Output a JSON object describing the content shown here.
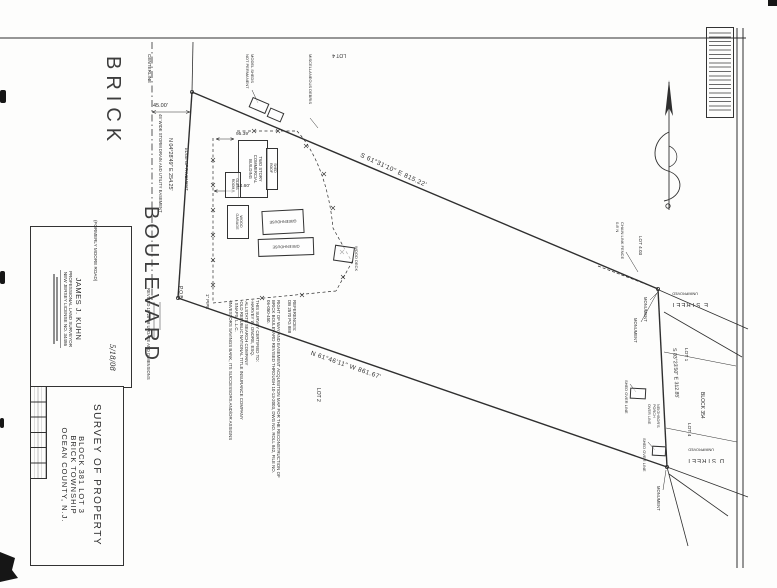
{
  "road": {
    "name_word1": "BRICK",
    "name_word2": "BOULEVARD",
    "formerly": "(FORMERLY MOORE ROAD)",
    "centerline": "CENTERLINE",
    "offset_dim": "45.00'",
    "bearing": "N 04°28'49\" E 254.25'",
    "easement": "45' WIDE STORM DRAIN AND UTILITY EASEMENT",
    "edge": "EDGE OF PAVEMENT",
    "pob": "P.O.B.",
    "pipe": "1\" PIPE"
  },
  "boundary": {
    "north_bearing": "S 61°31'10\" E 815.22'",
    "south_bearing": "N 61°46'11\" W 861.67'",
    "east_bearing": "S 03°23'50\" E 312.85'"
  },
  "dims": {
    "d1": "95.39'",
    "d2": "14.60'"
  },
  "buildings": {
    "commercial": [
      "TWO STORY",
      "COMMERCIAL",
      "BUILDING"
    ],
    "shed_roof": [
      "SHED",
      "ROOF"
    ],
    "glass": [
      "GLASS",
      "ROOM"
    ],
    "garage": [
      "WOOD",
      "GARAGE"
    ],
    "greenhouse": "GREENHOUSE",
    "deck": "WOOD DECK",
    "model_sheds": [
      "MODEL SHEDS",
      "NOT PERMANENT"
    ],
    "debris": "MISCELLANEOUS DEBRIS"
  },
  "notes": {
    "lines": [
      "REFERENCES:",
      "DB 2570 PG 888",
      "",
      "RIGHT OF WAY AND EASEMENT ACQUISITION MAP FOR THE RECONSTRUCTION OF",
      "BRICK BOULEVARD REVISED THROUGH 10-13-2003, DWG NO. ROLL 842, FILE NO.",
      "06-050-450.",
      "",
      "THIS SURVEY CERTIFIED TO:",
      "-HARVEY W. ONORE, ESQ.",
      "-ALLSTATE SEARCH COMPANY",
      "-OLD REPUBLIC NATIONAL TITLE INSURANCE COMPANY",
      "- SNAPS, L.L.C.",
      "-INVESTORS SAVINGS BANK, ITS SUCCESSORS AND/OR ASSIGNS"
    ]
  },
  "streets": {
    "e": "E STREET",
    "d": "D STREET",
    "unimproved": "UNIMPROVED"
  },
  "lots": {
    "lot4_top": "LOT 4",
    "lot2": "LOT 2",
    "lot1": "LOT 1",
    "lot403": "LOT 4.03",
    "lot4_block": "LOT 4",
    "block354": "BLOCK 354"
  },
  "adjoiners": {
    "monument": "MONUMENT",
    "shed_over": "SHED OVER LINE",
    "fence_line1": "CHAIN LINK FENCE",
    "fence_line2": "0.8' N",
    "porch_line1": "NEIGHBOR'S",
    "porch_line2": "PORCH",
    "porch_line3": "OVER LINE"
  },
  "surveyor": {
    "name": "JAMES J. KUHN",
    "title": "PROFESSIONAL LAND SURVEYOR",
    "license": "NEW JERSEY LICENSE NO. 34486",
    "date": "5/18/08",
    "revision": "REVISED 10-28-08 UPDATE AND DIMENSIONS"
  },
  "title_block": {
    "line1": "SURVEY OF PROPERTY",
    "line2": "BLOCK 381   LOT 3",
    "line3": "BRICK TOWNSHIP",
    "line4": "OCEAN COUNTY, N.J."
  }
}
